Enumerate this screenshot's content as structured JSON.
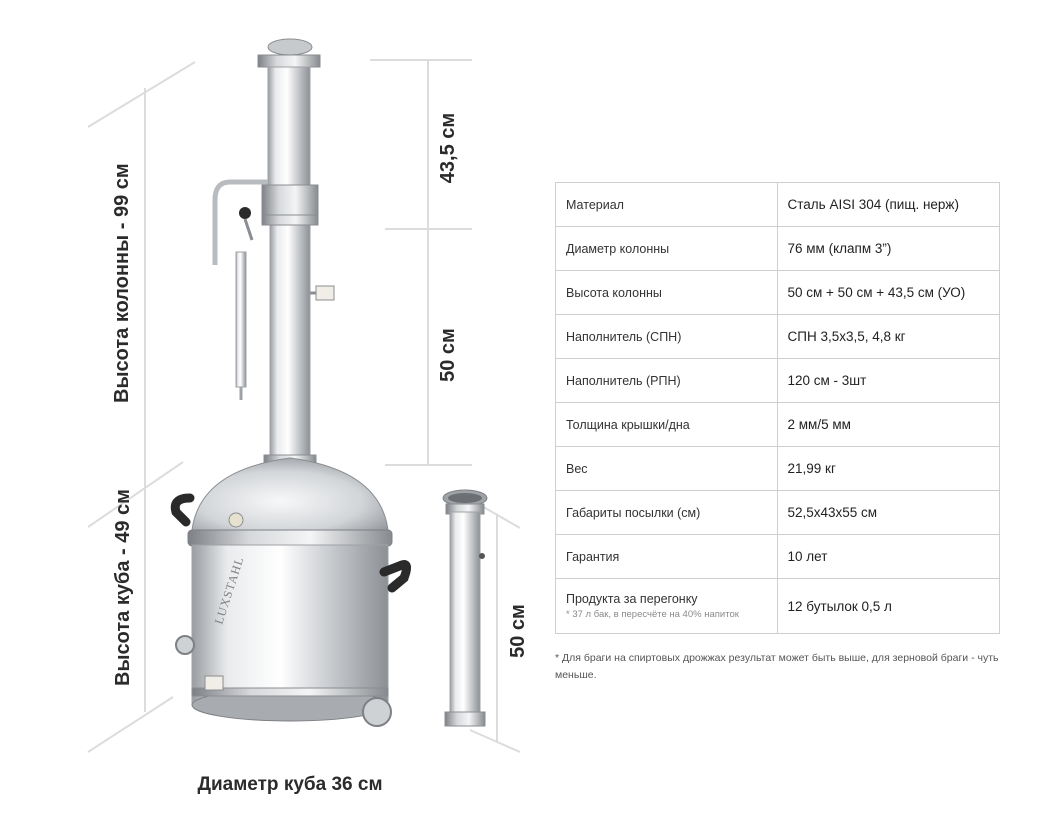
{
  "dimensions": {
    "column_total": "Высота колонны - 99 см",
    "cube_height": "Высота куба - 49 см",
    "top_section": "43,5 см",
    "middle_section": "50 см",
    "insert_height": "50 см",
    "cube_diameter": "Диаметр куба 36 см"
  },
  "product": {
    "brand": "LUXSTAHL"
  },
  "specs": {
    "rows": [
      {
        "key": "Материал",
        "value": "Сталь AISI 304 (пищ. нерж)"
      },
      {
        "key": "Диаметр колонны",
        "value": "76 мм (клапм 3”)"
      },
      {
        "key": "Высота колонны",
        "value": "50 см + 50 см + 43,5 см (УО)"
      },
      {
        "key": "Наполнитель (СПН)",
        "value": "СПН 3,5х3,5, 4,8 кг"
      },
      {
        "key": "Наполнитель (РПН)",
        "value": "120 см - 3шт"
      },
      {
        "key": "Толщина крышки/дна",
        "value": "2 мм/5 мм"
      },
      {
        "key": "Вес",
        "value": "21,99 кг"
      },
      {
        "key": "Габариты посылки (см)",
        "value": "52,5х43х55 см"
      },
      {
        "key": "Гарантия",
        "value": "10 лет"
      },
      {
        "key": "Продукта за перегонку",
        "note": "* 37 л бак, в пересчёте на 40% напиток",
        "value": "12 бутылок 0,5 л"
      }
    ]
  },
  "footnote": "* Для браги на спиртовых дрожжах результат может быть выше, для зерновой браги - чуть меньше."
}
